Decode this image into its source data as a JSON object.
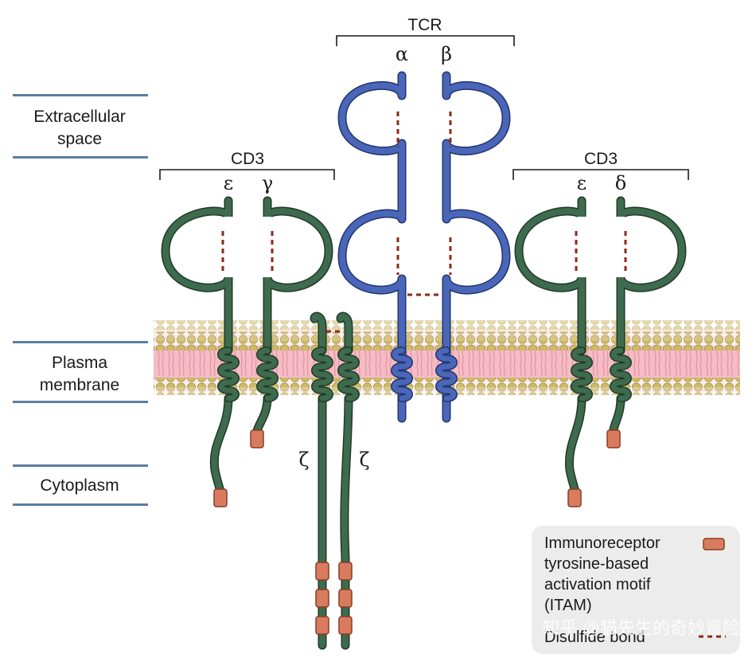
{
  "regions": {
    "extracellular": [
      "Extracellular",
      "space"
    ],
    "membrane": [
      "Plasma",
      "membrane"
    ],
    "cytoplasm": "Cytoplasm"
  },
  "complexes": {
    "tcr": {
      "label": "TCR",
      "chain_a": "α",
      "chain_b": "β"
    },
    "cd3_left": {
      "label": "CD3",
      "chain_a": "ε",
      "chain_b": "γ"
    },
    "cd3_right": {
      "label": "CD3",
      "chain_a": "ε",
      "chain_b": "δ"
    },
    "zeta": {
      "chain_a": "ζ",
      "chain_b": "ζ"
    }
  },
  "legend": {
    "itam_lines": [
      "Immunoreceptor",
      "tyrosine-based",
      "activation motif",
      "(ITAM)"
    ],
    "disulfide": "Disulfide bond",
    "itam_color": "#d97b5e",
    "disulfide_color": "#8b2a16"
  },
  "colors": {
    "cd3_chain": "#3e6b4d",
    "tcr_chain": "#4a66b8",
    "membrane_fill": "#f4bcc6",
    "lipid_head": "#cdbb6a",
    "region_bar": "#5a7fa0"
  },
  "watermark": "知乎 @猫先生的奇妙冒险"
}
